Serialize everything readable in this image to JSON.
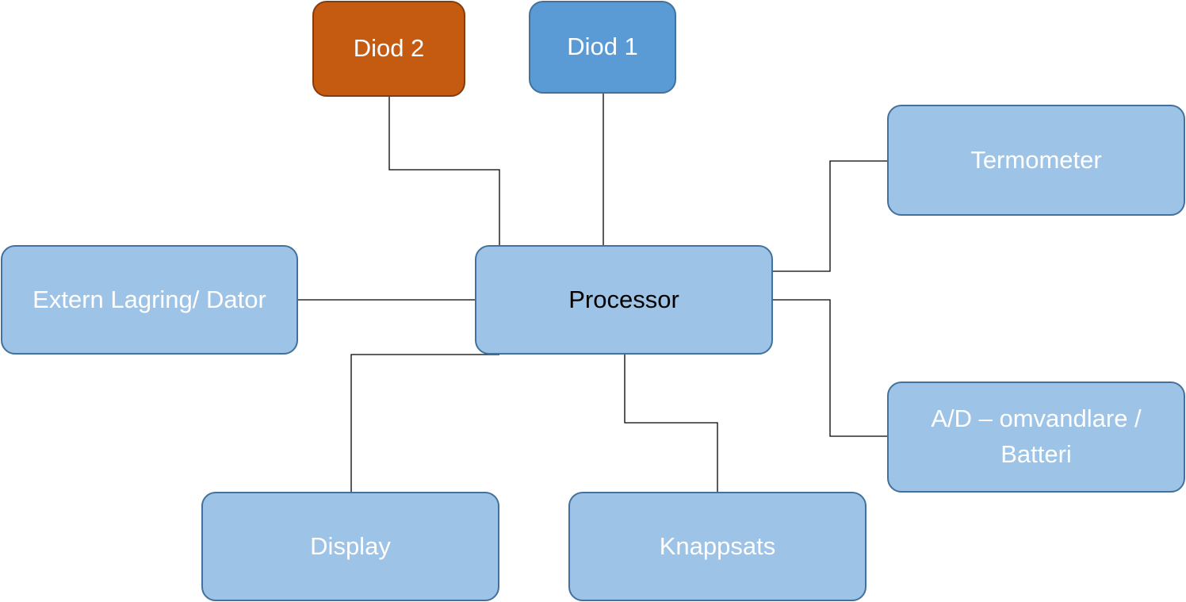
{
  "diagram": {
    "nodes": {
      "diod2": "Diod 2",
      "diod1": "Diod 1",
      "termometer": "Termometer",
      "extern": "Extern Lagring/ Dator",
      "processor": "Processor",
      "ad_line1": "A/D – omvandlare /",
      "ad_line2": "Batteri",
      "display": "Display",
      "knappsats": "Knappsats"
    },
    "edges": [
      [
        "processor",
        "diod2"
      ],
      [
        "processor",
        "diod1"
      ],
      [
        "processor",
        "termometer"
      ],
      [
        "processor",
        "ad_omvandlare_batteri"
      ],
      [
        "processor",
        "extern_lagring_dator"
      ],
      [
        "processor",
        "display"
      ],
      [
        "processor",
        "knappsats"
      ]
    ],
    "colors": {
      "node_fill": "#9dc3e6",
      "node_border": "#41719c",
      "diod1_fill": "#5b9bd5",
      "diod2_fill": "#c55a11",
      "diod2_border": "#843c0c",
      "connector": "#000000",
      "label": "#ffffff",
      "processor_label": "#000000"
    }
  }
}
